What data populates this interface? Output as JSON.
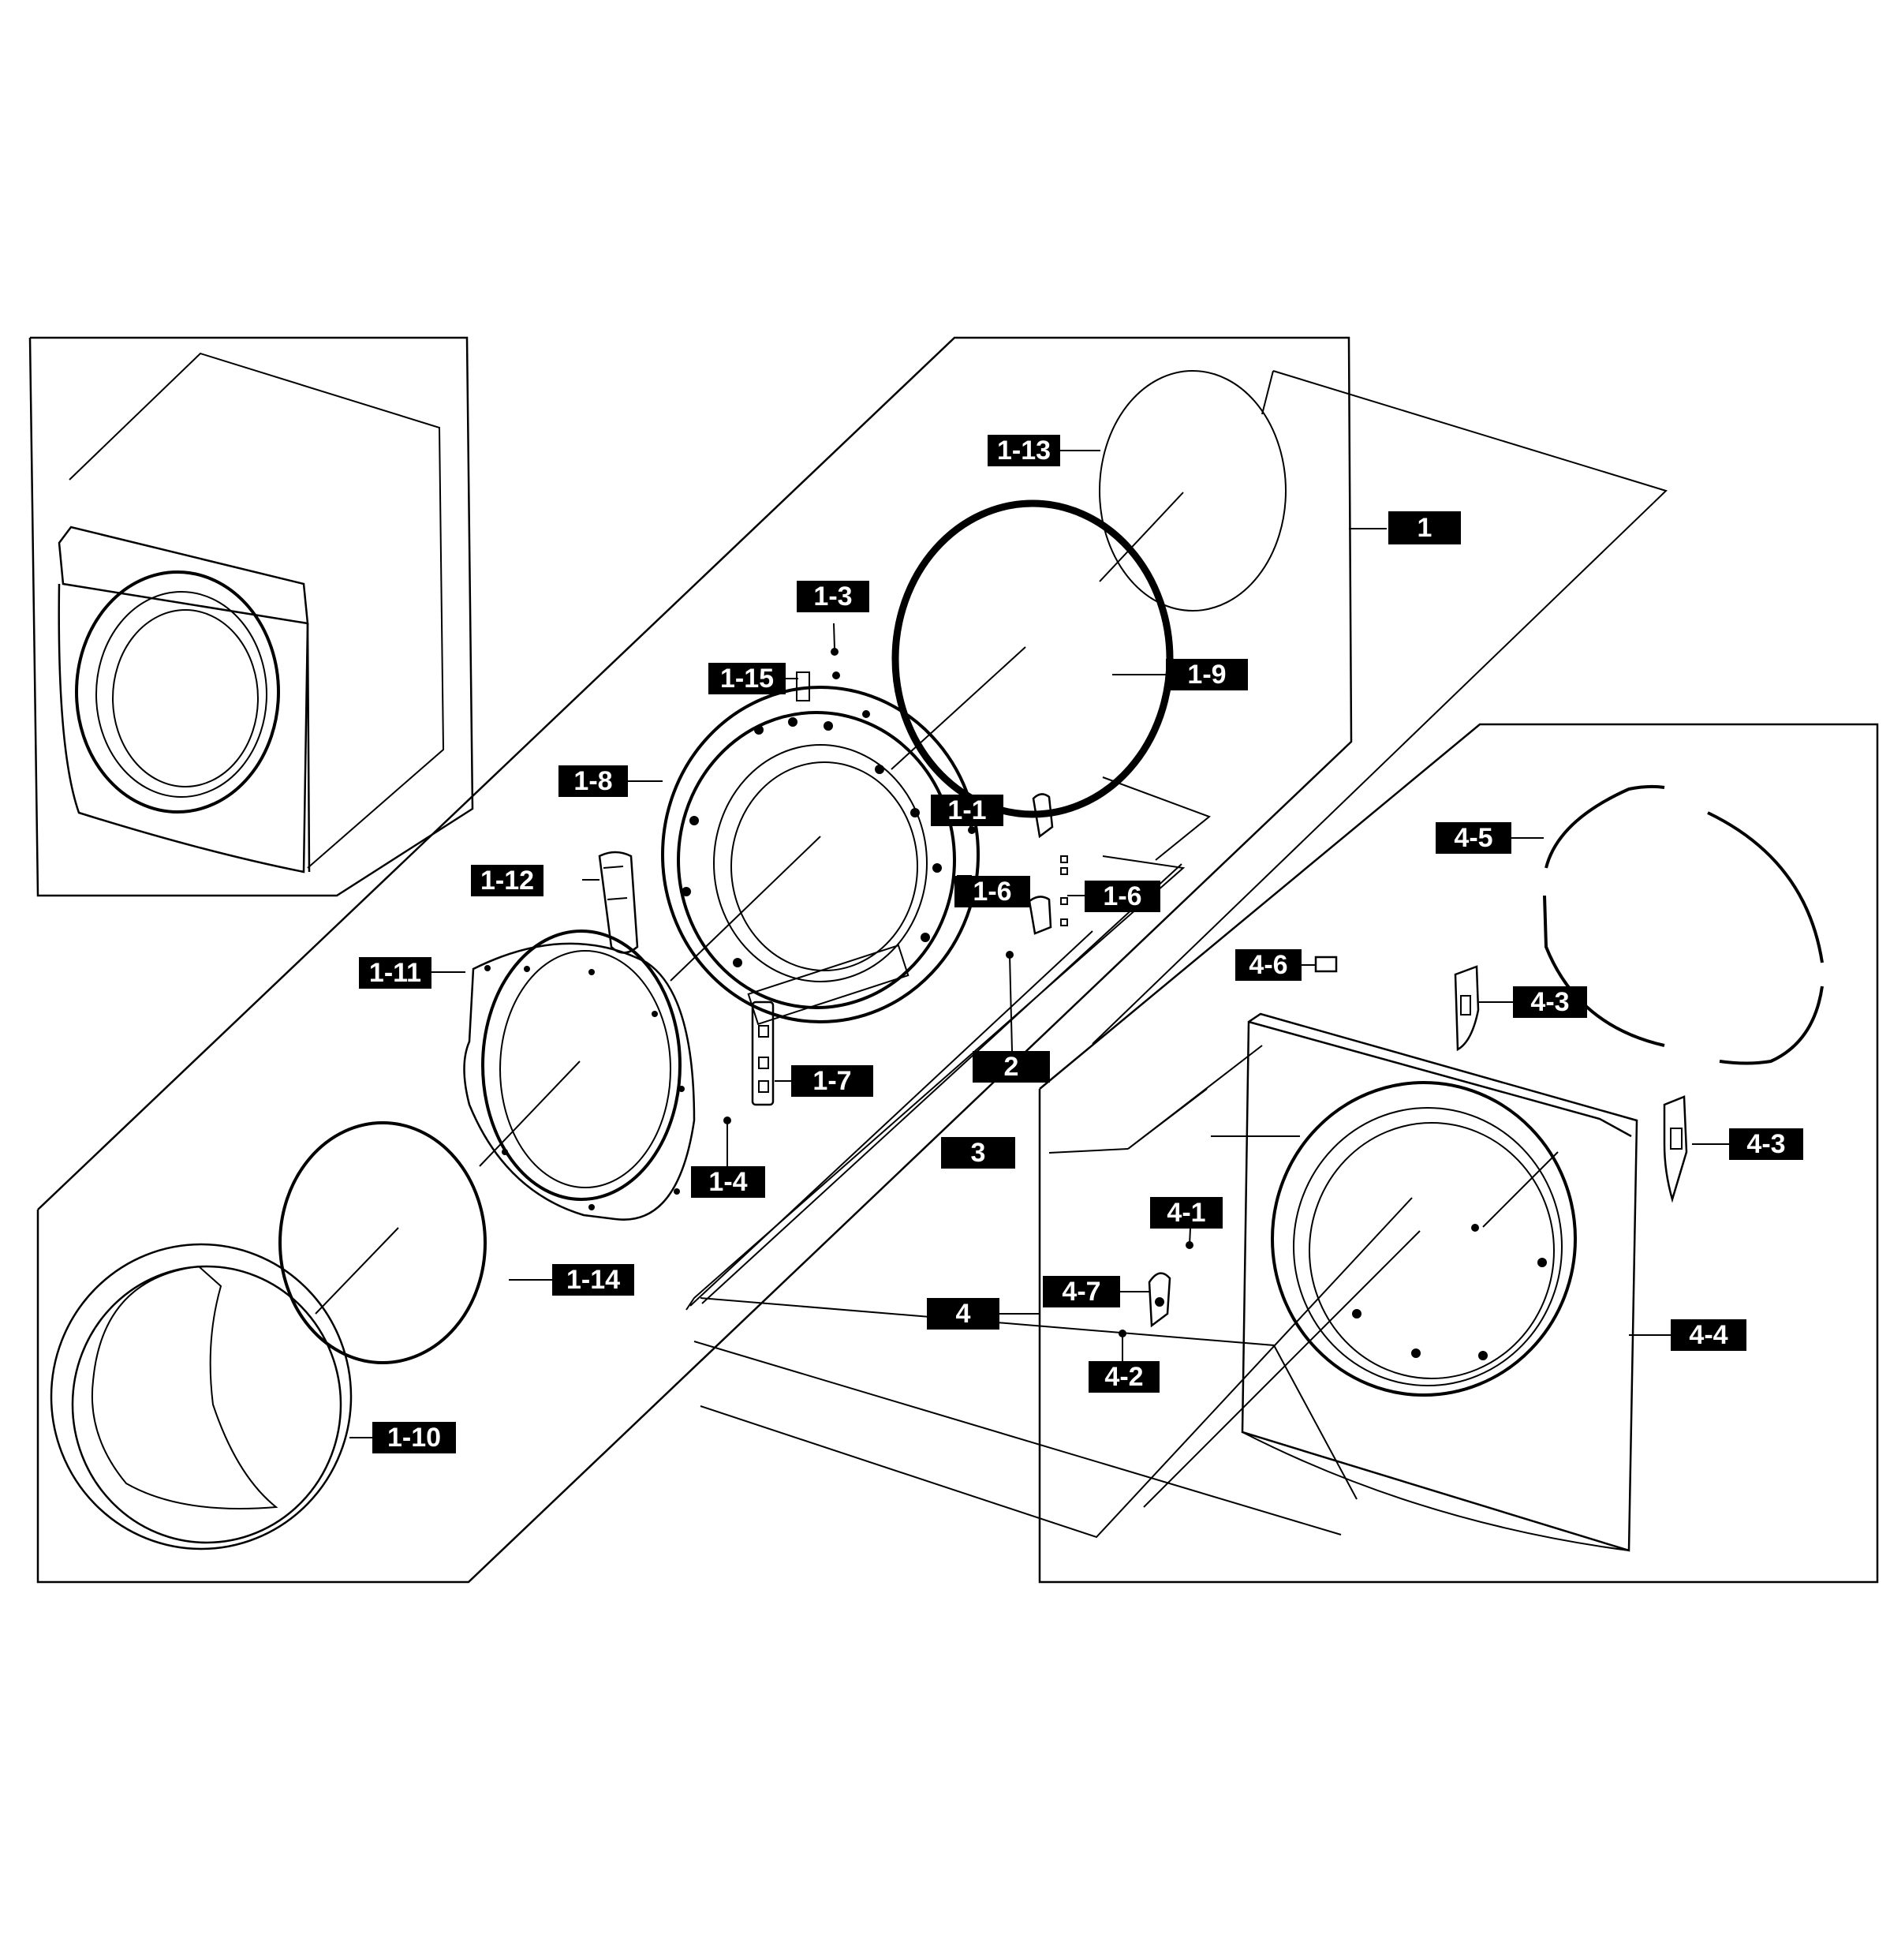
{
  "diagram": {
    "labels": {
      "p1": "1",
      "p1_1": "1-1",
      "p1_3": "1-3",
      "p1_4": "1-4",
      "p1_6a": "1-6",
      "p1_6b": "1-6",
      "p1_7": "1-7",
      "p1_8": "1-8",
      "p1_9": "1-9",
      "p1_10": "1-10",
      "p1_11": "1-11",
      "p1_12": "1-12",
      "p1_13": "1-13",
      "p1_14": "1-14",
      "p1_15": "1-15",
      "p2": "2",
      "p3": "3",
      "p4": "4",
      "p4_1": "4-1",
      "p4_2": "4-2",
      "p4_3a": "4-3",
      "p4_3b": "4-3",
      "p4_4": "4-4",
      "p4_5": "4-5",
      "p4_6": "4-6",
      "p4_7": "4-7"
    }
  }
}
